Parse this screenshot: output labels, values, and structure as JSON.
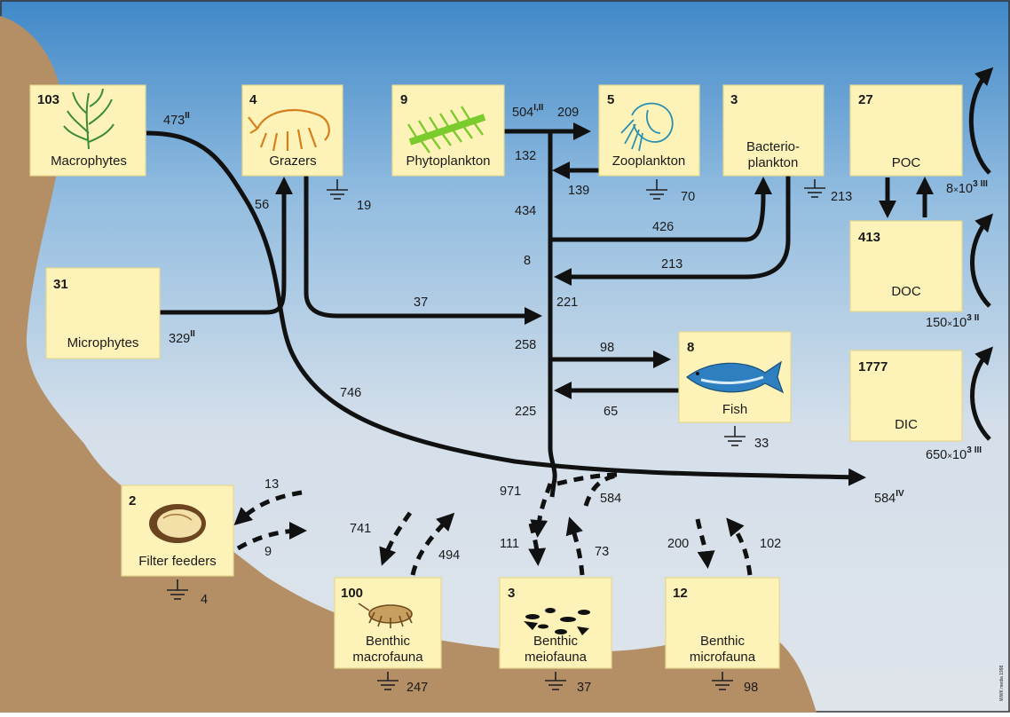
{
  "colors": {
    "water_top": "#3f88c8",
    "water_bottom": "#dde4ec",
    "sediment": "#b48f66",
    "box_fill": "#fdf3b8",
    "arrow": "#111111"
  },
  "nodes": {
    "macrophytes": {
      "value": "103",
      "label": "Macrophytes",
      "icon": "seaweed-icon"
    },
    "grazers": {
      "value": "4",
      "label": "Grazers",
      "icon": "amphipod-icon"
    },
    "phytoplankton": {
      "value": "9",
      "label": "Phytoplankton",
      "icon": "diatom-chain-icon"
    },
    "zooplankton": {
      "value": "5",
      "label": "Zooplankton",
      "icon": "copepod-icon"
    },
    "bacterioplankton": {
      "value": "3",
      "label_line1": "Bacterio-",
      "label_line2": "plankton"
    },
    "poc": {
      "value": "27",
      "label": "POC"
    },
    "doc": {
      "value": "413",
      "label": "DOC"
    },
    "dic": {
      "value": "1777",
      "label": "DIC"
    },
    "microphytes": {
      "value": "31",
      "label": "Microphytes"
    },
    "fish": {
      "value": "8",
      "label": "Fish",
      "icon": "herring-icon"
    },
    "filter_feeders": {
      "value": "2",
      "label": "Filter feeders",
      "icon": "mussel-icon"
    },
    "benthic_macrofauna": {
      "value": "100",
      "label_line1": "Benthic",
      "label_line2": "macrofauna",
      "icon": "isopod-icon"
    },
    "benthic_meiofauna": {
      "value": "3",
      "label_line1": "Benthic",
      "label_line2": "meiofauna",
      "icon": "meiofauna-icon"
    },
    "benthic_microfauna": {
      "value": "12",
      "label_line1": "Benthic",
      "label_line2": "microfauna"
    }
  },
  "respiration": {
    "grazers": "19",
    "zooplankton": "70",
    "bacterioplankton": "213",
    "fish": "33",
    "filter_feeders": "4",
    "benthic_macrofauna": "247",
    "benthic_meiofauna": "37",
    "benthic_microfauna": "98"
  },
  "flows": {
    "macrophytes_out": "473",
    "macrophytes_out_sup": "II",
    "phyto_out": "504",
    "phyto_out_sup": "I,II",
    "to_zooplankton": "209",
    "zoo_back": "132",
    "zoo_to_pool": "139",
    "to_grazers": "56",
    "pool_434": "434",
    "to_bacterio": "426",
    "pool_8": "8",
    "bacterio_back": "213",
    "pool_221": "221",
    "grazers_to_pool": "37",
    "microphytes_out": "329",
    "microphytes_out_sup": "II",
    "pool_258": "258",
    "to_fish": "98",
    "fish_back": "65",
    "pool_225": "225",
    "macro_export": "746",
    "export": "584",
    "export_sup": "IV",
    "to_sediment": "971",
    "from_sediment": "584",
    "filter_in": "13",
    "filter_out": "9",
    "macrofauna_in": "741",
    "macrofauna_out": "494",
    "meiofauna_in": "111",
    "meiofauna_out": "73",
    "microfauna_in": "200",
    "microfauna_out": "102",
    "poc_exchange_mant": "8",
    "poc_exchange_exp": "3",
    "poc_exchange_sup": "III",
    "doc_exchange_mant": "150",
    "doc_exchange_exp": "3",
    "doc_exchange_sup": "II",
    "dic_exchange_mant": "650",
    "dic_exchange_exp": "3",
    "dic_exchange_sup": "III"
  },
  "credit": "WWK media 1998"
}
